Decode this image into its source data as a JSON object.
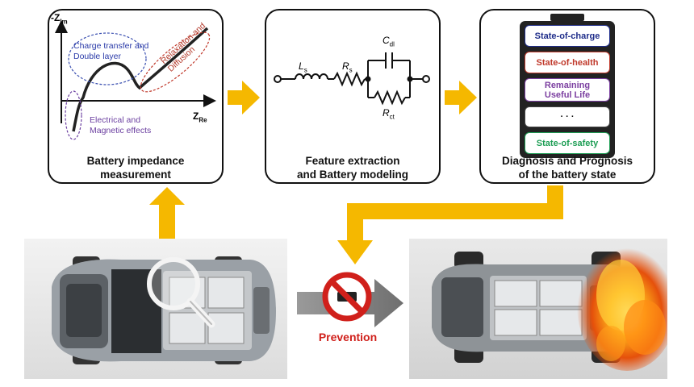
{
  "panel1": {
    "y_axis_label": "-Z",
    "y_axis_sub": "Im",
    "x_axis_label": "Z",
    "x_axis_sub": "Re",
    "region_charge": "Charge transfer and\nDouble layer",
    "region_relax": "Relaxation and\nDiffusion",
    "region_electrical": "Electrical and\nMagnetic effects",
    "caption": "Battery impedance\nmeasurement"
  },
  "panel2": {
    "ls_label": "L",
    "ls_sub": "s",
    "rs_label": "R",
    "rs_sub": "s",
    "cdl_label": "C",
    "cdl_sub": "dl",
    "rct_label": "R",
    "rct_sub": "ct",
    "caption": "Feature extraction\nand Battery modeling"
  },
  "panel3": {
    "states": [
      {
        "label": "State-of-charge",
        "color": "#1f2d8a"
      },
      {
        "label": "State-of-health",
        "color": "#c0392b"
      },
      {
        "label": "Remaining\nUseful Life",
        "color": "#7b3fa0"
      },
      {
        "label": "· · ·",
        "color": "#111111"
      },
      {
        "label": "State-of-safety",
        "color": "#1e9e55"
      }
    ],
    "caption": "Diagnosis and Prognosis\nof the battery state"
  },
  "prevention_label": "Prevention",
  "colors": {
    "arrow_yellow": "#f5b800",
    "grey_arrow": "#7f7f7f",
    "prevention_red": "#d0201b",
    "curve_blue": "#3a4fb0",
    "ellipse_red": "#c0392b",
    "ellipse_purple": "#6b3fa0"
  }
}
